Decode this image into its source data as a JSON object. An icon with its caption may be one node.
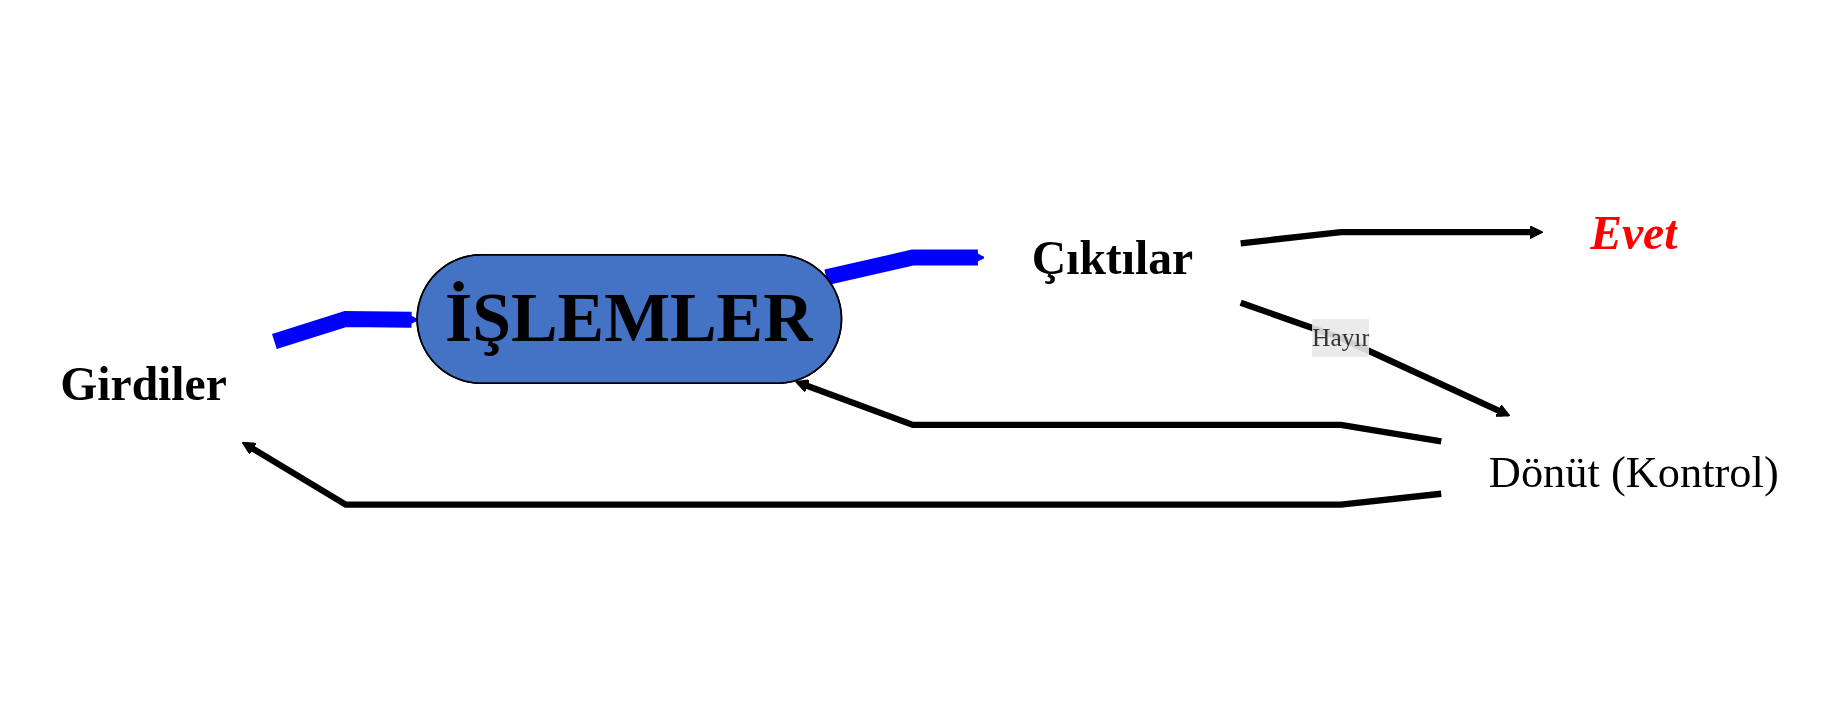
{
  "diagram": {
    "nodes": [
      {
        "text": [
          "Girdiler"
        ]
      },
      {
        "text": [
          "İŞLEMLER"
        ]
      },
      {
        "text": [
          "Çıktılar"
        ]
      },
      {
        "text": [
          "Evet"
        ]
      },
      {
        "text": [
          "Dönüt (Kontrol)"
        ]
      }
    ],
    "edges": [
      {
        "from": 0,
        "to": 1,
        "arrow": "to",
        "style": "thick",
        "color": "#0000ff"
      },
      {
        "from": 1,
        "to": 2,
        "arrow": "to",
        "style": "thick",
        "color": "#0000ff"
      },
      {
        "from": 2,
        "to": 3,
        "arrow": "to"
      },
      {
        "from": 2,
        "to": 4,
        "label": "Hayır",
        "arrow": "to"
      },
      {
        "from": 4,
        "to": 0,
        "arrow": "to"
      },
      {
        "from": 4,
        "to": 1,
        "arrow": "to"
      }
    ]
  }
}
